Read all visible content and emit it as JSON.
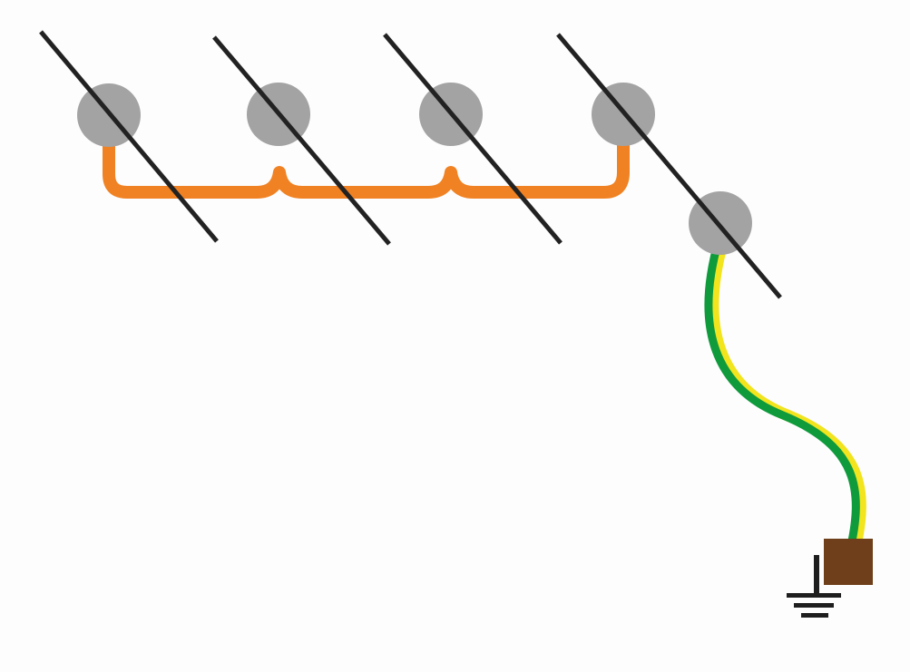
{
  "diagram": {
    "background_color": "#fdfdfd",
    "colors": {
      "rod": "#222222",
      "node": "#a3a3a3",
      "bonding_conductor": "#f08223",
      "earth_wire_green": "#0f9a3c",
      "earth_wire_yellow": "#f2e41d",
      "ground_electrode": "#6e3f1a",
      "ground_symbol": "#1e1e1e"
    },
    "conductors": [
      {
        "name": "conductor-1"
      },
      {
        "name": "conductor-2"
      },
      {
        "name": "conductor-3"
      },
      {
        "name": "conductor-4"
      },
      {
        "name": "conductor-5"
      }
    ],
    "connection_points": 5,
    "bonding_connections": 4,
    "earth_wire_colors": [
      "green",
      "yellow"
    ],
    "icons": [
      "ground-symbol-icon",
      "ground-electrode-icon"
    ]
  }
}
